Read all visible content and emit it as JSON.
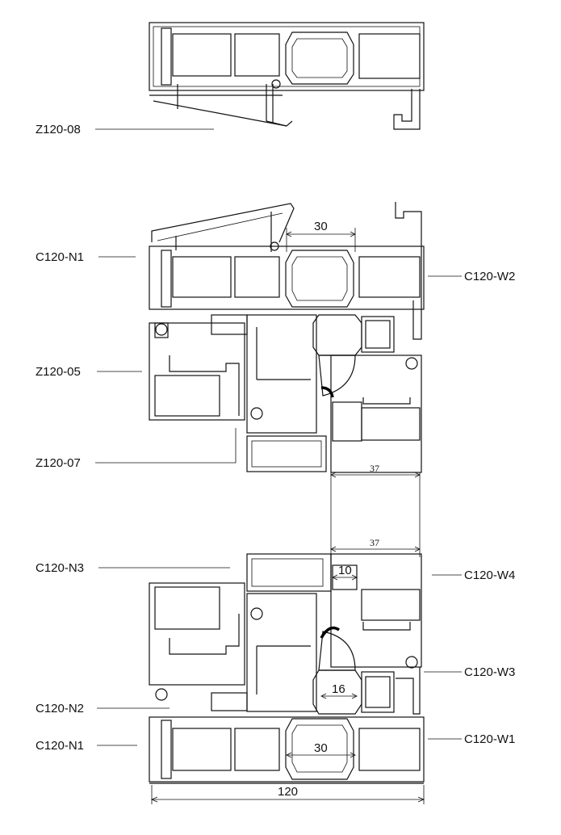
{
  "labels": {
    "z120_08": "Z120-08",
    "c120_n1_top": "C120-N1",
    "c120_w2": "C120-W2",
    "z120_05": "Z120-05",
    "z120_07": "Z120-07",
    "c120_n3": "C120-N3",
    "c120_w4": "C120-W4",
    "c120_w3": "C120-W3",
    "c120_n2": "C120-N2",
    "c120_n1_bottom": "C120-N1",
    "c120_w1": "C120-W1"
  },
  "dimensions": {
    "top_30": "30",
    "upper_37": "37",
    "lower_37": "37",
    "dim_10": "10",
    "dim_16": "16",
    "bottom_30": "30",
    "overall_120": "120"
  }
}
